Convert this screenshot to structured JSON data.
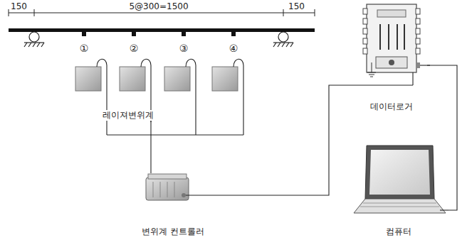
{
  "diagram": {
    "nodes": [
      {
        "text": [
          "레이져변위계"
        ]
      },
      {
        "text": [
          "데이터로거"
        ]
      },
      {
        "text": [
          "변위계 컨트롤러"
        ]
      },
      {
        "text": [
          "컴퓨터"
        ]
      }
    ],
    "edges": [
      {
        "from": 0,
        "to": 2,
        "arrow": "none"
      },
      {
        "from": 2,
        "to": 1,
        "arrow": "none"
      },
      {
        "from": 1,
        "to": 3,
        "arrow": "none"
      }
    ],
    "labels": [
      "150",
      "5@300=1500",
      "150",
      "①",
      "②",
      "③",
      "④"
    ]
  }
}
